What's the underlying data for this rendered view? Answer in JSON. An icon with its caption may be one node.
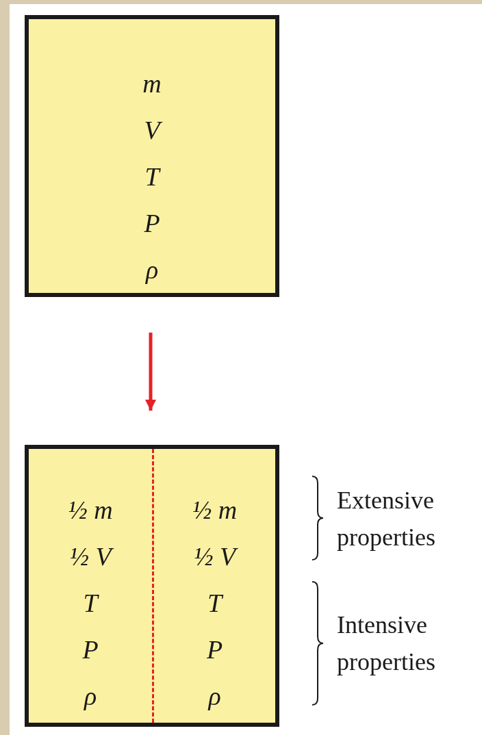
{
  "diagram": {
    "nodes": [
      {
        "text": [
          "m",
          "V",
          "T",
          "P",
          "ρ"
        ]
      },
      {
        "text": [],
        "shape": "box"
      },
      {
        "text": [
          "½ m",
          "½ V",
          "T",
          "P",
          "ρ"
        ],
        "in": 1
      },
      {
        "text": [
          "½ m",
          "½ V",
          "T",
          "P",
          "ρ"
        ],
        "in": 1
      }
    ],
    "edges": [
      {
        "from": 0,
        "to": 1,
        "arrow": "to",
        "color": "#e52228"
      }
    ],
    "labels": [
      "Extensive properties",
      "Intensive properties"
    ]
  }
}
